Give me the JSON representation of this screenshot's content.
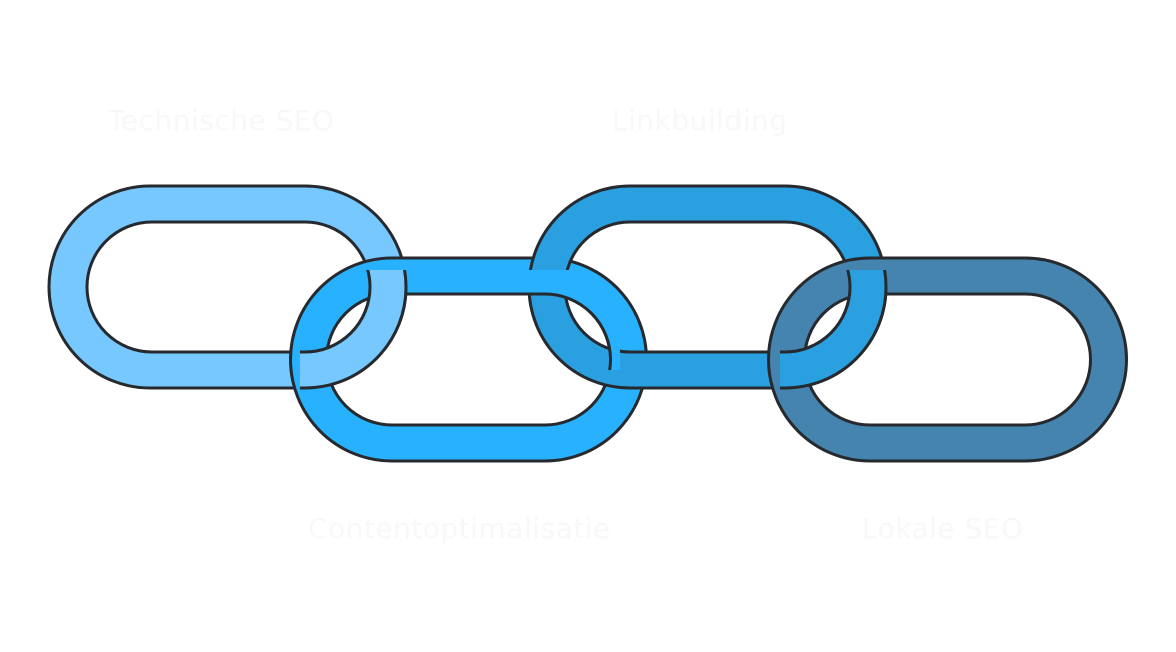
{
  "diagram": {
    "links": [
      {
        "label": "Technische SEO",
        "color": "#76C8FF"
      },
      {
        "label": "Contentoptimalisatie",
        "color": "#27B1FF"
      },
      {
        "label": "Linkbuilding",
        "color": "#2AA0E1"
      },
      {
        "label": "Lokale SEO",
        "color": "#4484AE"
      }
    ],
    "outline_color": "#262A2E",
    "label_color": "#F7F8F9"
  }
}
